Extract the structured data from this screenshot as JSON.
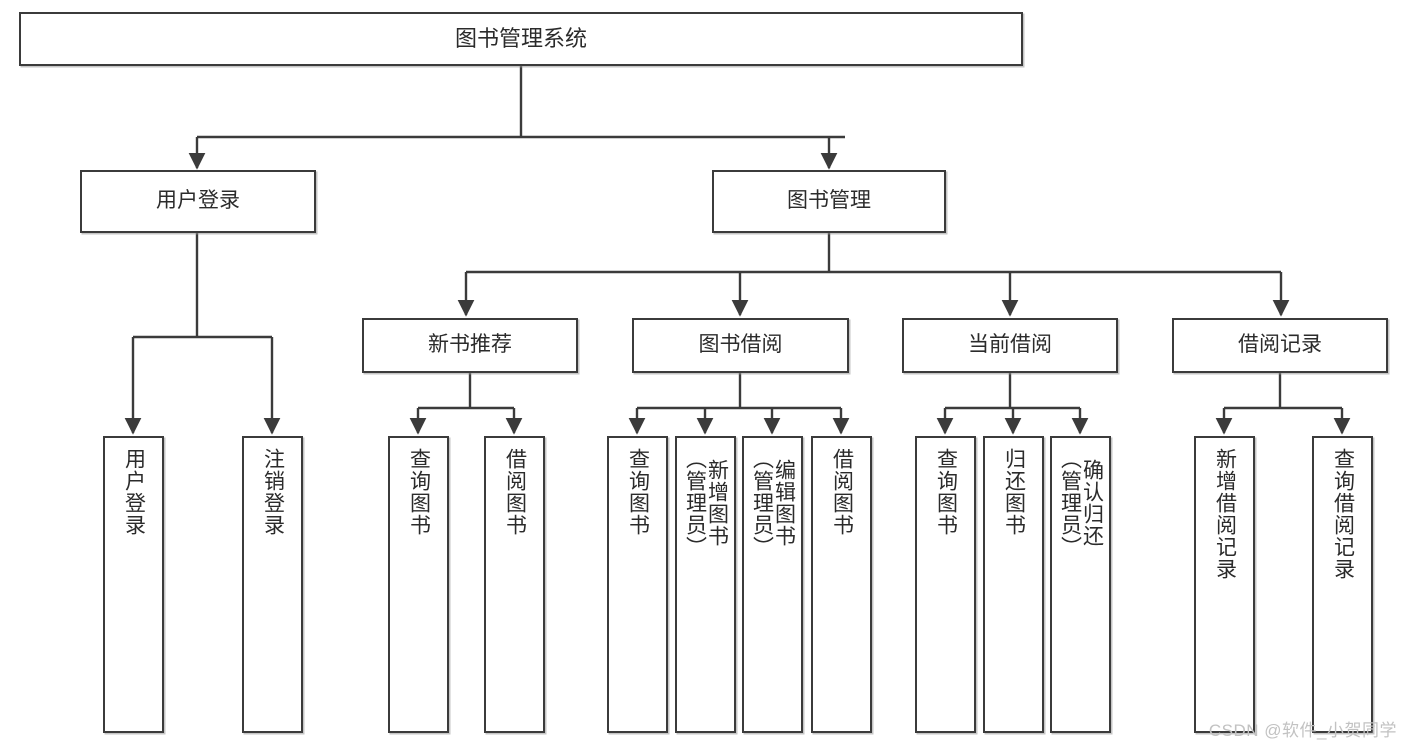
{
  "diagram": {
    "title": "图书管理系统",
    "watermark": "CSDN @软件_小贺同学",
    "line_color": "#3b3b3b",
    "box_border_color": "#3b3b3b",
    "text_color": "#2b2b2b",
    "background": "#ffffff",
    "watermark_color": "#c2c2c2"
  },
  "nodes": {
    "root": {
      "label": "图书管理系统"
    },
    "level2": [
      {
        "id": "user-login",
        "label": "用户登录"
      },
      {
        "id": "book-manage",
        "label": "图书管理"
      }
    ],
    "level3": [
      {
        "id": "new-book-recommend",
        "label": "新书推荐"
      },
      {
        "id": "book-borrow",
        "label": "图书借阅"
      },
      {
        "id": "current-borrow",
        "label": "当前借阅"
      },
      {
        "id": "borrow-record",
        "label": "借阅记录"
      }
    ],
    "leaves": {
      "user_login": [
        {
          "id": "leaf-user-login",
          "label": "用户登录"
        },
        {
          "id": "leaf-logout-login",
          "label": "注销登录"
        }
      ],
      "new_book_recommend": [
        {
          "id": "leaf-query-book-1",
          "label": "查询图书"
        },
        {
          "id": "leaf-borrow-book-1",
          "label": "借阅图书"
        }
      ],
      "book_borrow": [
        {
          "id": "leaf-query-book-2",
          "label": "查询图书"
        },
        {
          "id": "leaf-add-book",
          "label": "新增图书\n（管理员）"
        },
        {
          "id": "leaf-edit-book",
          "label": "编辑图书\n（管理员）"
        },
        {
          "id": "leaf-borrow-book-2",
          "label": "借阅图书"
        }
      ],
      "current_borrow": [
        {
          "id": "leaf-query-book-3",
          "label": "查询图书"
        },
        {
          "id": "leaf-return-book",
          "label": "归还图书"
        },
        {
          "id": "leaf-confirm-return",
          "label": "确认归还\n（管理员）"
        }
      ],
      "borrow_record": [
        {
          "id": "leaf-add-borrow-record",
          "label": "新增借阅记录"
        },
        {
          "id": "leaf-query-borrow-record",
          "label": "查询借阅记录"
        }
      ]
    }
  }
}
